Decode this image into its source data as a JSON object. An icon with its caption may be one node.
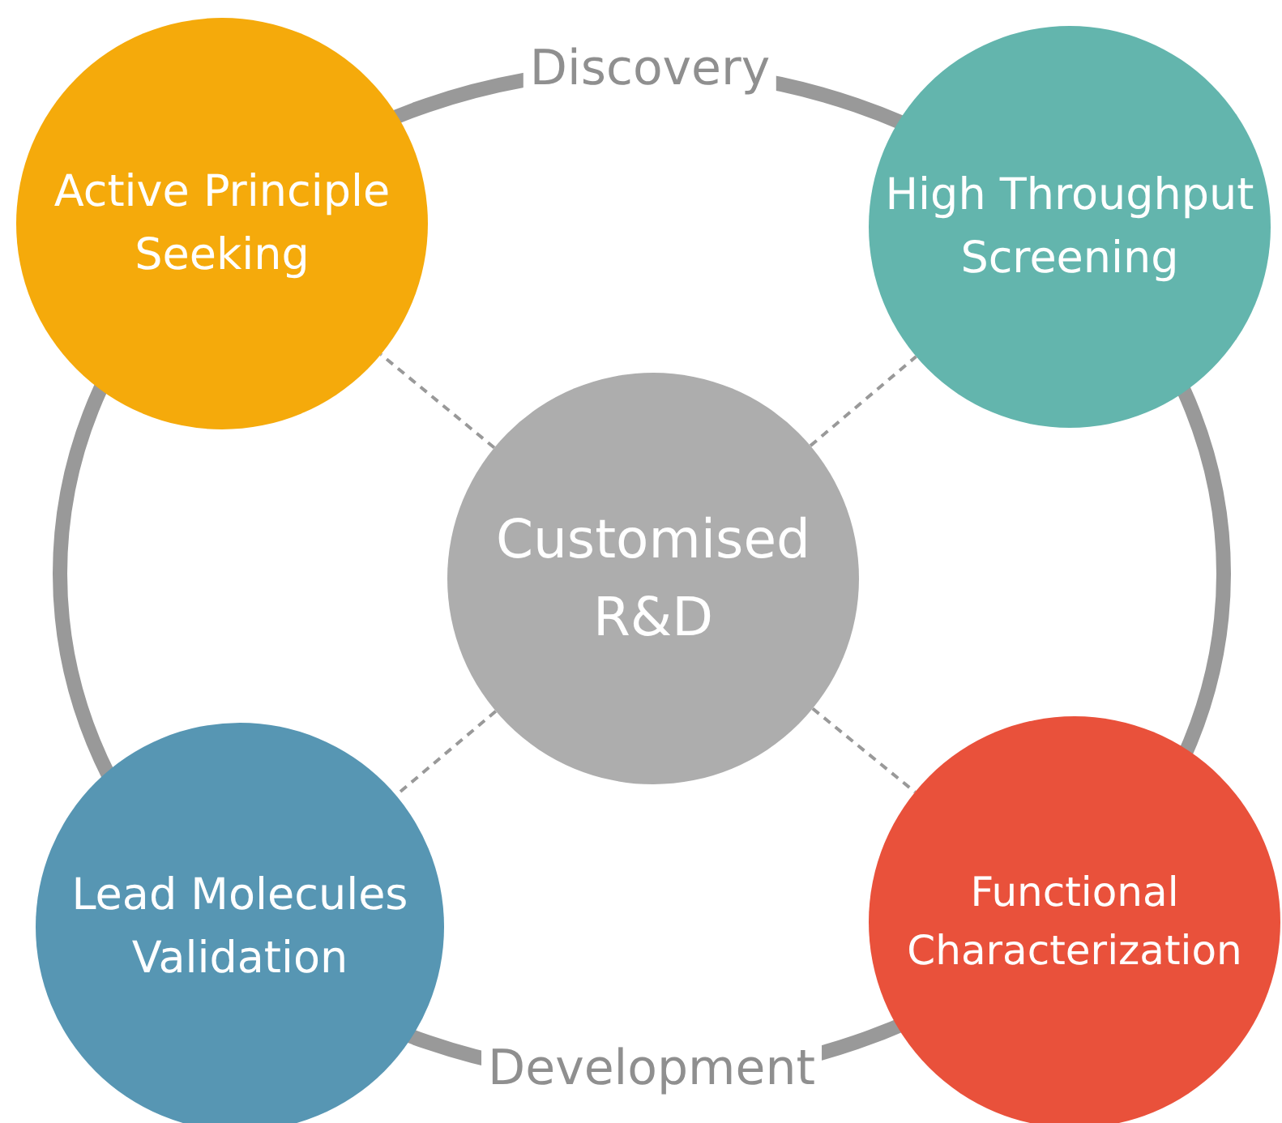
{
  "diagram": {
    "nodes": [
      {
        "text": [
          "Customised R&D"
        ]
      },
      {
        "text": [
          "Active Principle Seeking"
        ]
      },
      {
        "text": [
          "High Throughput Screening"
        ]
      },
      {
        "text": [
          "Lead Molecules Validation"
        ]
      },
      {
        "text": [
          "Functional Characterization"
        ]
      }
    ],
    "edges": [
      {
        "from": 0,
        "to": 1,
        "arrow": "none",
        "style": "dashed"
      },
      {
        "from": 0,
        "to": 2,
        "arrow": "none",
        "style": "dashed"
      },
      {
        "from": 0,
        "to": 3,
        "arrow": "none",
        "style": "dashed"
      },
      {
        "from": 0,
        "to": 4,
        "arrow": "none",
        "style": "dashed"
      }
    ],
    "labels": [
      "Discovery",
      "Development"
    ]
  }
}
